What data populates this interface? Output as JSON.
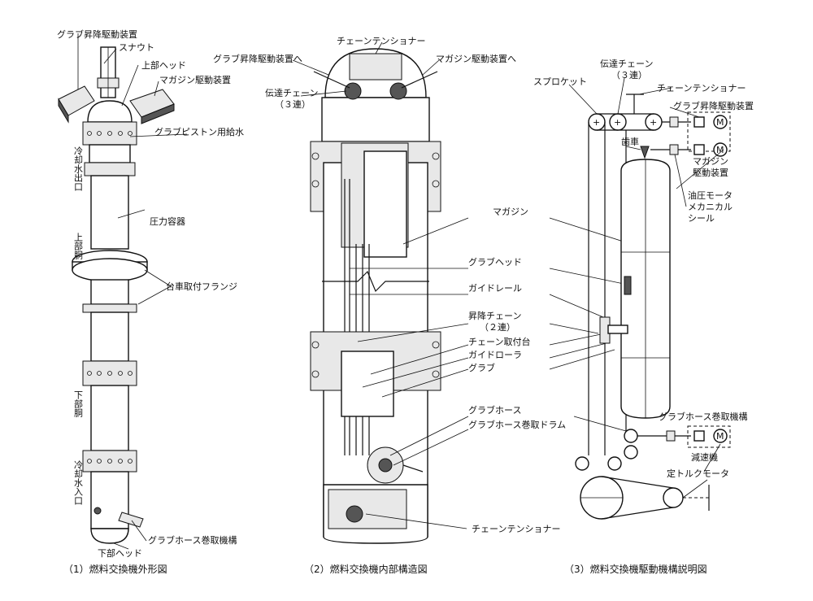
{
  "captions": {
    "fig1": "（1）燃料交換機外形図",
    "fig2": "（2）燃料交換機内部構造図",
    "fig3": "（3）燃料交換機駆動機構説明図"
  },
  "fig1": {
    "grab_lift_drive": "グラブ昇降駆動装置",
    "snout": "スナウト",
    "upper_head": "上部ヘッド",
    "magazine_drive": "マガジン駆動装置",
    "grab_piston_water": "グラブピストン用給水",
    "coolant_outlet": "冷却水出口",
    "pressure_vessel": "圧力容器",
    "upper_barrel": "上部胴",
    "carriage_flange": "台車取付フランジ",
    "lower_barrel": "下部胴",
    "coolant_inlet": "冷却水入口",
    "grab_hose_reel_mech": "グラブホース巻取機構",
    "lower_head": "下部ヘッド"
  },
  "fig2": {
    "chain_tensioner_top": "チェーンテンショナー",
    "to_grab_lift_drive": "グラブ昇降駆動装置へ",
    "to_magazine_drive": "マガジン駆動装置へ",
    "transmission_chain": "伝達チェーン",
    "transmission_chain_count": "（３連）",
    "chain_tensioner_bottom": "チェーンテンショナー"
  },
  "middle_labels": {
    "magazine": "マガジン",
    "grab_head": "グラブヘッド",
    "guide_rail": "ガイドレール",
    "lift_chain": "昇降チェーン",
    "lift_chain_count": "（２連）",
    "chain_mount": "チェーン取付台",
    "guide_roller": "ガイドローラ",
    "grab": "グラブ",
    "grab_hose": "グラブホース",
    "grab_hose_drum": "グラブホース巻取ドラム"
  },
  "fig3": {
    "transmission_chain": "伝達チェーン",
    "transmission_chain_count": "（３連）",
    "sprocket": "スプロケット",
    "chain_tensioner": "チェーンテンショナー",
    "grab_lift_drive": "グラブ昇降駆動装置",
    "gear": "歯車",
    "magazine": "マガジン",
    "drive_unit": "駆動装置",
    "hydraulic_motor": "油圧モータ",
    "mechanical": "メカニカル",
    "seal": "シール",
    "grab_hose_reel_mech": "グラブホース巻取機構",
    "reducer": "減速機",
    "constant_torque_motor": "定トルクモータ",
    "motor_symbol": "M"
  }
}
